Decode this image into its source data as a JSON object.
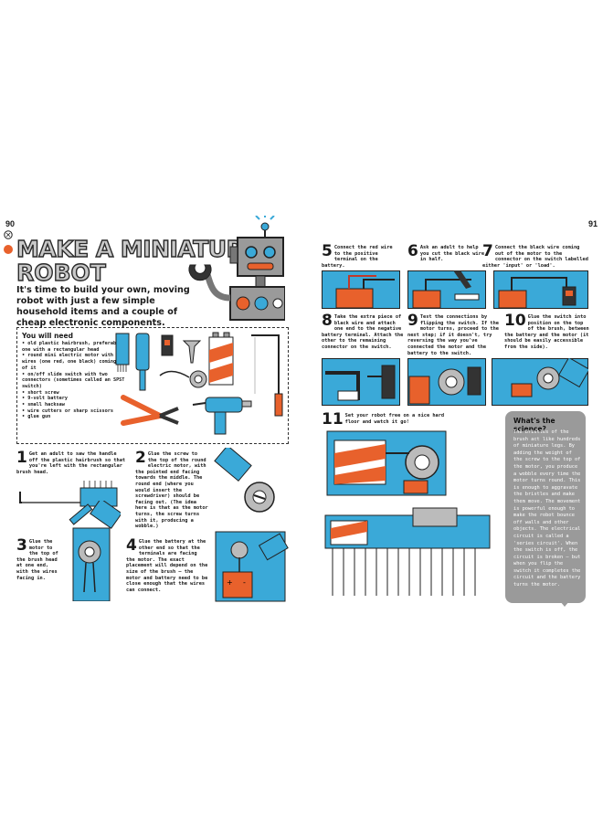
{
  "page": {
    "left_number": "90",
    "right_number": "91",
    "title_line1": "MAKE A MINIATURE",
    "title_line2": "ROBOT",
    "intro": "It's time to build your own, moving robot with just a few simple household items and a couple of cheap electronic components."
  },
  "you_will_need": {
    "title": "You will need",
    "items": [
      "old plastic hairbrush, preferably one with a rectangular head",
      "round mini electric motor with two wires (one red, one black) coming out of it",
      "on/off slide switch with two connectors (sometimes called an SPST switch)",
      "short screw",
      "9-volt battery",
      "small hacksaw",
      "wire cutters or sharp scissors",
      "glue gun"
    ]
  },
  "steps": [
    {
      "num": "1",
      "text": "Get an adult to saw the handle off the plastic hairbrush so that you're left with the rectangular brush head."
    },
    {
      "num": "2",
      "text": "Glue the screw to the top of the round electric motor, with the pointed end facing towards the middle. The round end (where you would insert the screwdriver) should be facing out. (The idea here is that as the motor turns, the screw turns with it, producing a wobble.)"
    },
    {
      "num": "3",
      "text": "Glue the motor to the top of the brush head at one end, with the wires facing in."
    },
    {
      "num": "4",
      "text": "Glue the battery at the other end so that the terminals are facing the motor. The exact placement will depend on the size of the brush — the motor and battery need to be close enough that the wires can connect."
    },
    {
      "num": "5",
      "text": "Connect the red wire to the positive terminal on the battery."
    },
    {
      "num": "6",
      "text": "Ask an adult to help you cut the black wire in half."
    },
    {
      "num": "7",
      "text": "Connect the black wire coming out of the motor to the connector on the switch labelled either 'input' or 'load'."
    },
    {
      "num": "8",
      "text": "Take the extra piece of black wire and attach one end to the negative battery terminal. Attach the other to the remaining connector on the switch."
    },
    {
      "num": "9",
      "text": "Test the connections by flipping the switch. If the motor turns, proceed to the next step; if it doesn't, try reversing the way you've connected the motor and the battery to the switch."
    },
    {
      "num": "10",
      "text": "Glue the switch into position on the top of the brush, between the battery and the motor (it should be easily accessible from the side)."
    },
    {
      "num": "11",
      "text": "Set your robot free on a nice hard floor and watch it go!"
    }
  ],
  "science": {
    "title": "What's the science?",
    "body": "The bristles of the brush act like hundreds of miniature legs. By adding the weight of the screw to the top of the motor, you produce a wobble every time the motor turns round. This is enough to aggravate the bristles and make them move. The movement is powerful enough to make the robot bounce off walls and other objects. The electrical circuit is called a 'series circuit'. When the switch is off, the circuit is broken — but when you flip the switch it completes the circuit and the battery turns the motor."
  },
  "battery_signs": {
    "plus": "+",
    "minus": "-"
  },
  "colors": {
    "blue": "#3aa9d8",
    "orange": "#e8612c",
    "grey": "#9a9a9a",
    "dark": "#2b2b2b"
  }
}
